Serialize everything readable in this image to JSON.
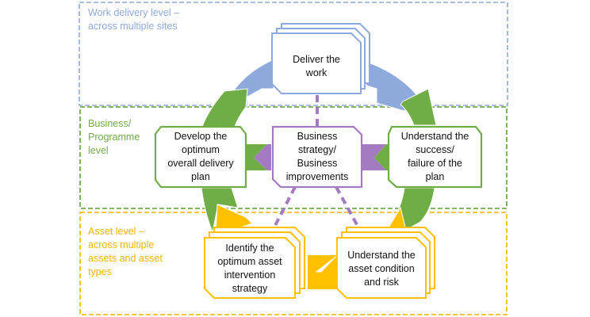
{
  "colors": {
    "blue": "#8EA9DB",
    "blue_border": "#8EA9DB",
    "green": "#70AD47",
    "yellow": "#FFC000",
    "purple": "#A47BC0",
    "zone_blue": "#8EA9DB",
    "zone_green": "#70AD47",
    "zone_yellow": "#F0B400",
    "text": "#111111"
  },
  "zones": {
    "work": {
      "label": "Work delivery level –\nacross multiple sites"
    },
    "business": {
      "label": "Business/\nProgramme\nlevel"
    },
    "asset": {
      "label": "Asset level –\nacross multiple\nassets and asset\ntypes"
    }
  },
  "nodes": {
    "deliver": {
      "label": "Deliver the\nwork"
    },
    "develop": {
      "label": "Develop the\noptimum\noverall delivery\nplan"
    },
    "strategy": {
      "label": "Business\nstrategy/\nBusiness\nimprovements"
    },
    "understand_success": {
      "label": "Understand the\nsuccess/\nfailure of the\nplan"
    },
    "identify": {
      "label": "Identify the\noptimum asset\nintervention\nstrategy"
    },
    "understand_asset": {
      "label": "Understand the\nasset condition\nand risk"
    }
  }
}
